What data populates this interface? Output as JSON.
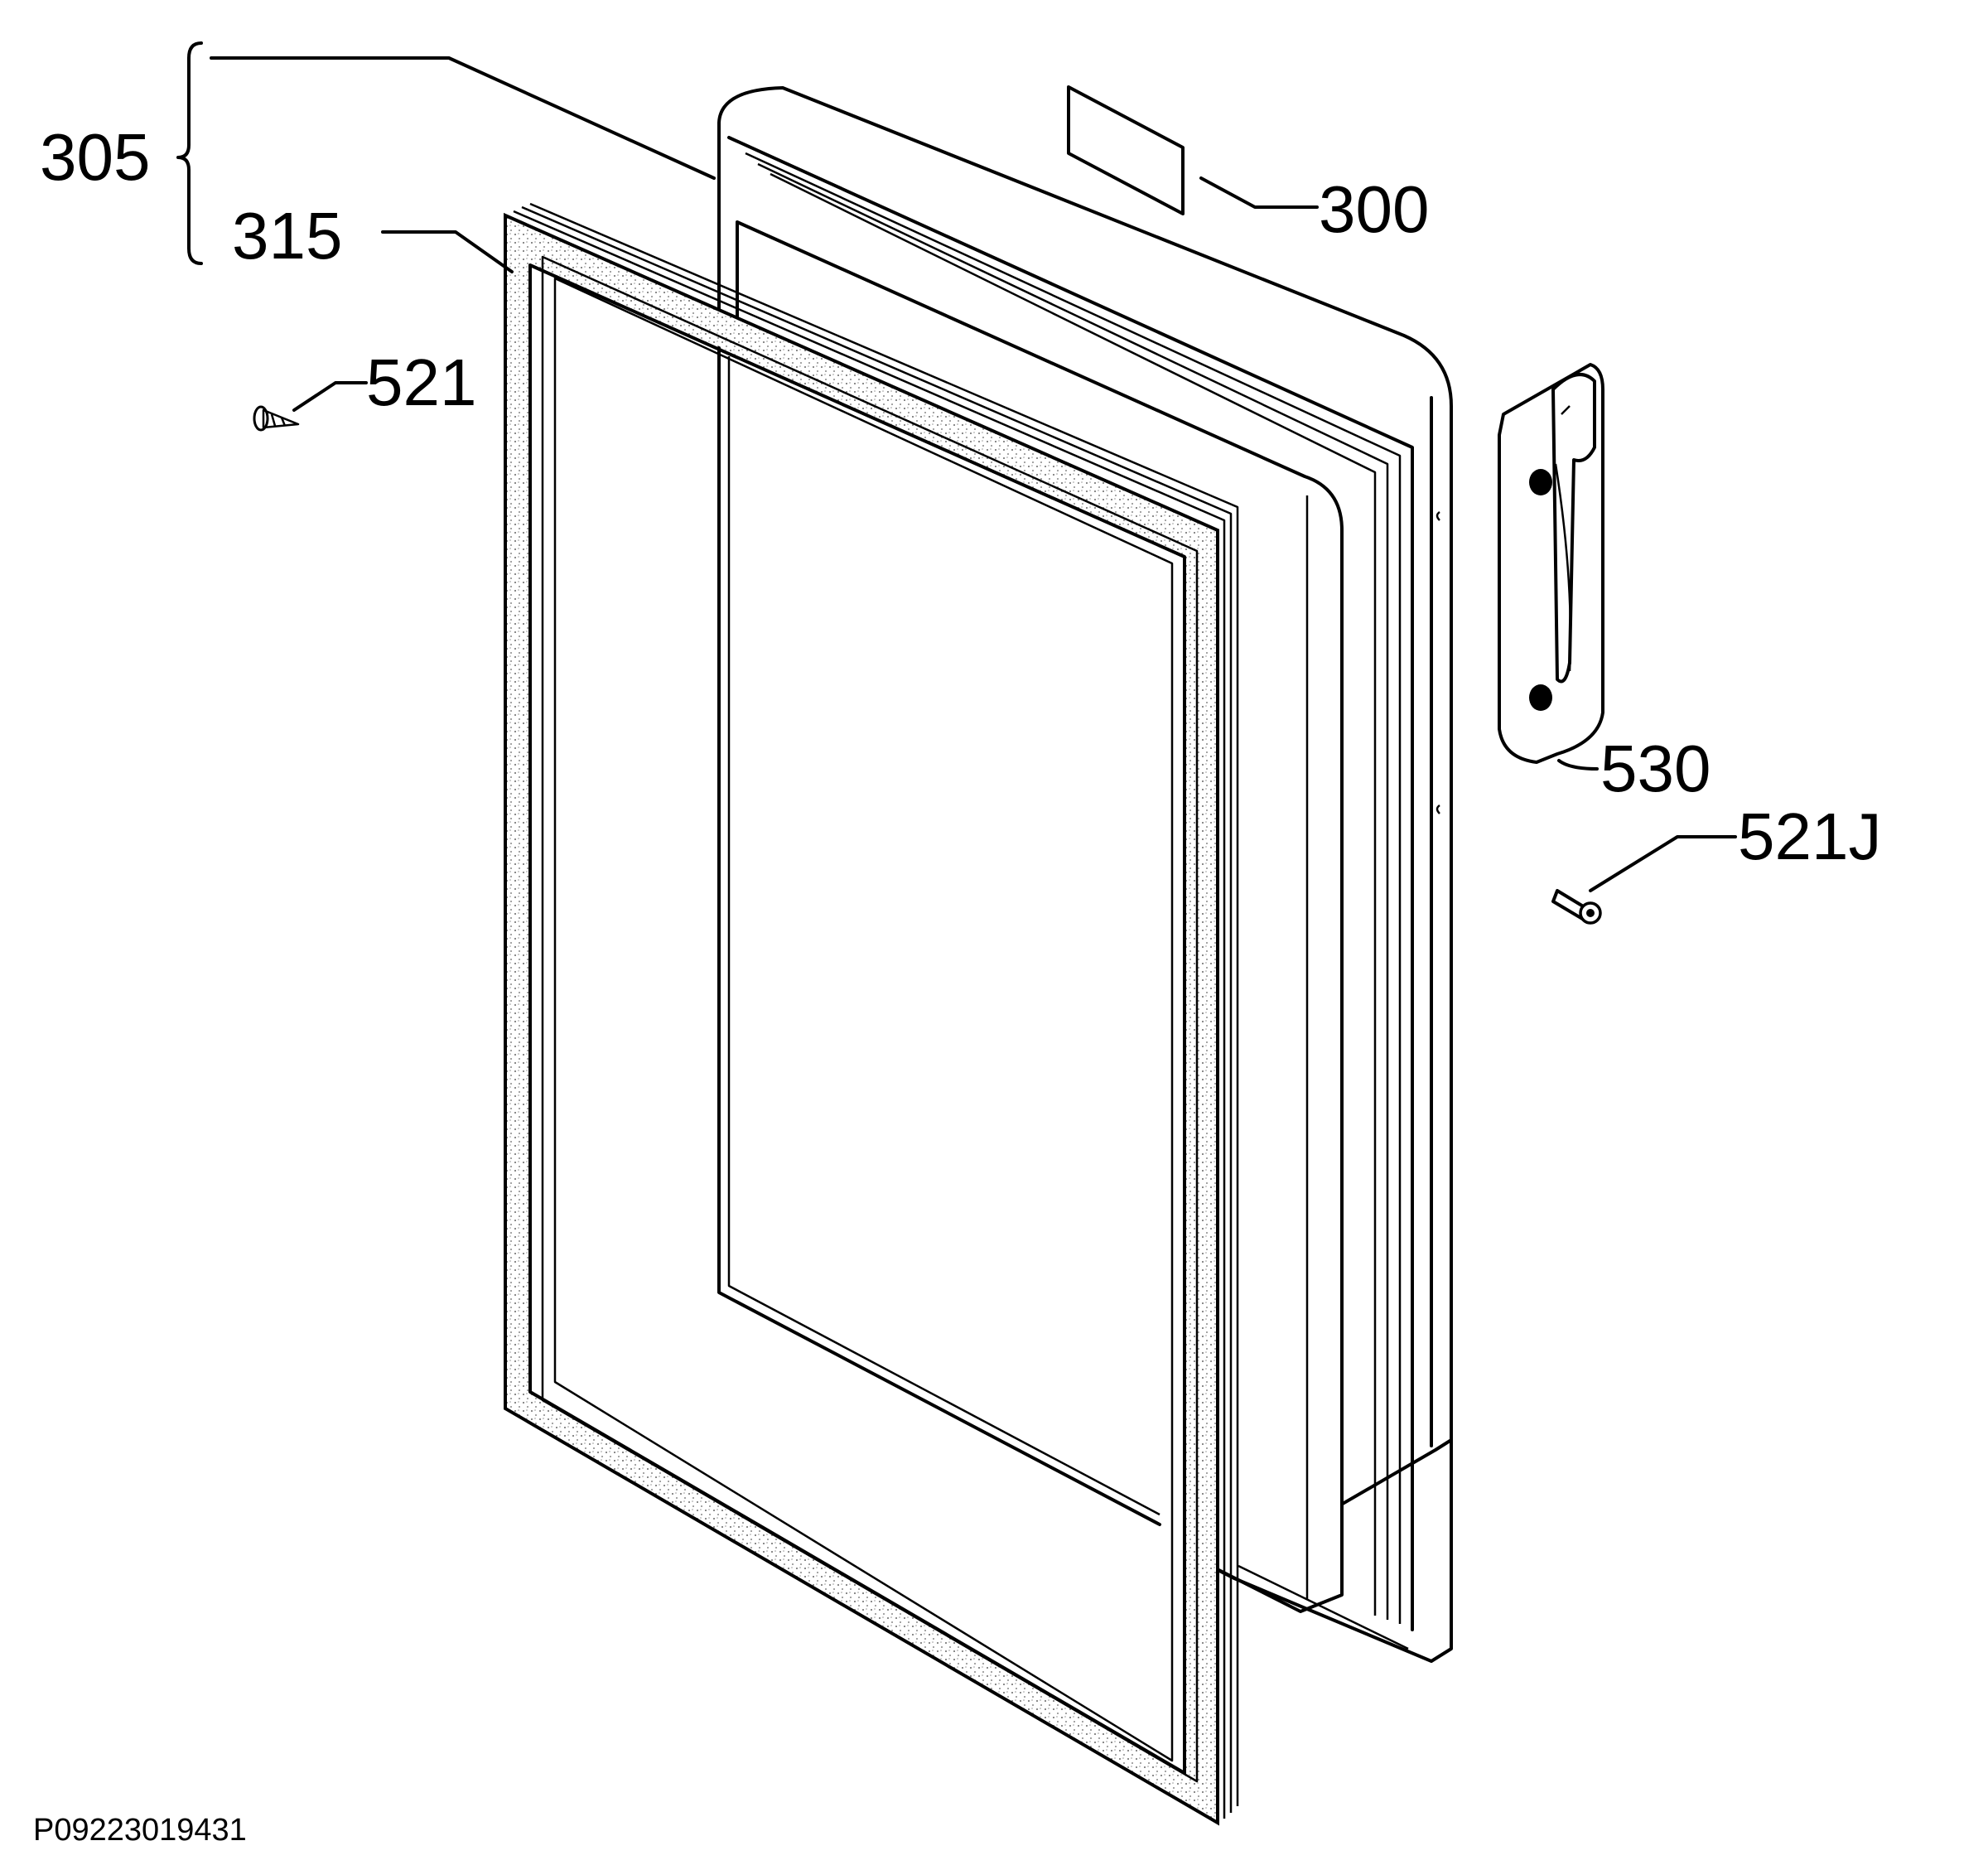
{
  "diagram": {
    "labels": {
      "assembly": "305",
      "door_gasket": "315",
      "label_plate": "300",
      "screw_left": "521",
      "handle": "530",
      "screw_right": "521J"
    },
    "drawing_code": "P09223019431"
  }
}
